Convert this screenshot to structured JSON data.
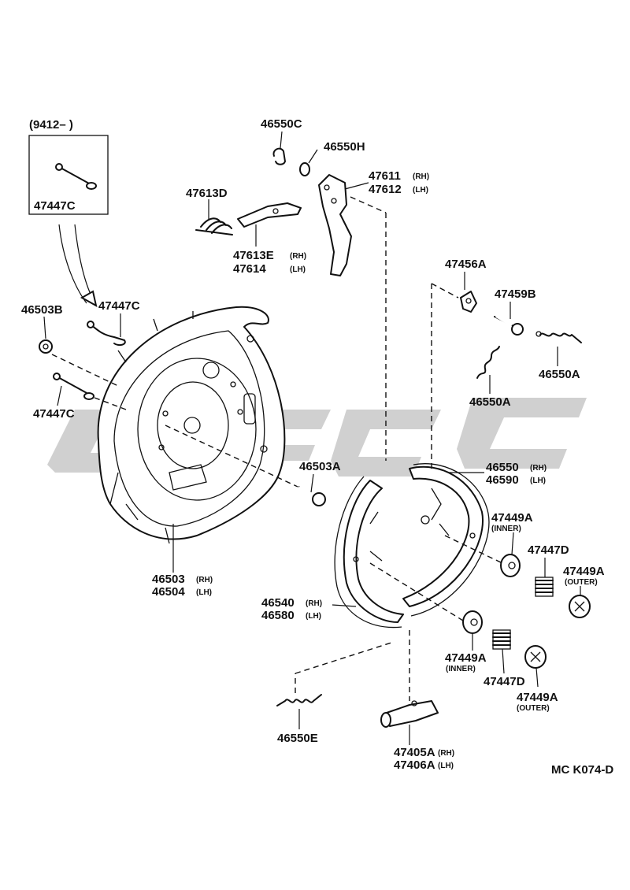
{
  "inset": {
    "date_code": "(9412–        )",
    "part": "47447C"
  },
  "labels": {
    "p46550C": "46550C",
    "p46550H": "46550H",
    "p47611": "47611",
    "p47612": "47612",
    "p47613D": "47613D",
    "p47613E": "47613E",
    "p47614": "47614",
    "p46503B": "46503B",
    "p47447C_a": "47447C",
    "p47447C_b": "47447C",
    "p47456A": "47456A",
    "p47459B": "47459B",
    "p46550A_a": "46550A",
    "p46550A_b": "46550A",
    "p46503A": "46503A",
    "p46550": "46550",
    "p46590": "46590",
    "p47449A_a": "47449A",
    "p47447D_a": "47447D",
    "p47449A_b": "47449A",
    "p46503": "46503",
    "p46504": "46504",
    "p46540": "46540",
    "p46580": "46580",
    "p47449A_c": "47449A",
    "p47447D_b": "47447D",
    "p47449A_d": "47449A",
    "p46550E": "46550E",
    "p47405A": "47405A",
    "p47406A": "47406A"
  },
  "qualifiers": {
    "rh": "(RH)",
    "lh": "(LH)",
    "inner": "(INNER)",
    "outer": "(OUTER)"
  },
  "diagram_code": "MC K074-D"
}
